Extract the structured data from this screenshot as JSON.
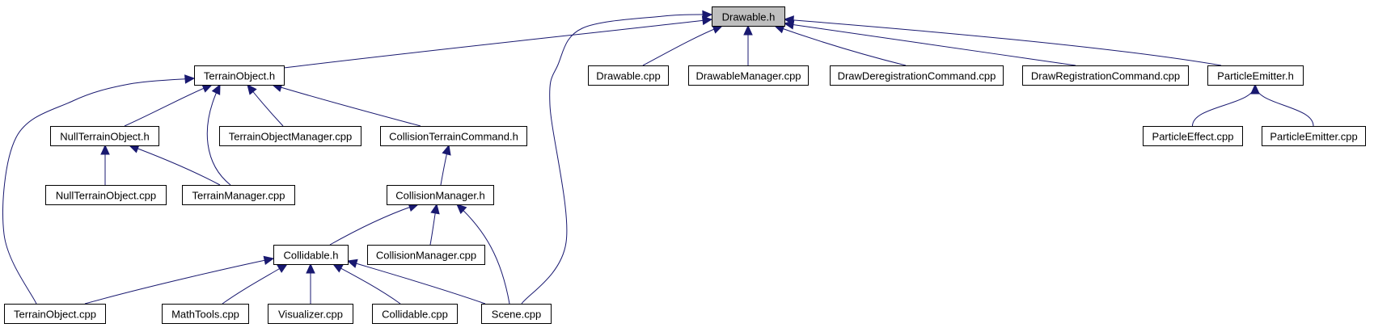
{
  "graph": {
    "root": "drawable_h",
    "nodes": [
      {
        "id": "drawable_h",
        "label": "Drawable.h"
      },
      {
        "id": "terrainobject_h",
        "label": "TerrainObject.h"
      },
      {
        "id": "drawable_cpp",
        "label": "Drawable.cpp"
      },
      {
        "id": "drawablemanager_cpp",
        "label": "DrawableManager.cpp"
      },
      {
        "id": "drawdereg_cpp",
        "label": "DrawDeregistrationCommand.cpp"
      },
      {
        "id": "drawreg_cpp",
        "label": "DrawRegistrationCommand.cpp"
      },
      {
        "id": "particleemitter_h",
        "label": "ParticleEmitter.h"
      },
      {
        "id": "nullterrainobject_h",
        "label": "NullTerrainObject.h"
      },
      {
        "id": "terrainobjectmanager_cpp",
        "label": "TerrainObjectManager.cpp"
      },
      {
        "id": "collisionterraincommand_h",
        "label": "CollisionTerrainCommand.h"
      },
      {
        "id": "particleeffect_cpp",
        "label": "ParticleEffect.cpp"
      },
      {
        "id": "particleemitter_cpp",
        "label": "ParticleEmitter.cpp"
      },
      {
        "id": "nullterrainobject_cpp",
        "label": "NullTerrainObject.cpp"
      },
      {
        "id": "terrainmanager_cpp",
        "label": "TerrainManager.cpp"
      },
      {
        "id": "collisionmanager_h",
        "label": "CollisionManager.h"
      },
      {
        "id": "collidable_h",
        "label": "Collidable.h"
      },
      {
        "id": "collisionmanager_cpp",
        "label": "CollisionManager.cpp"
      },
      {
        "id": "terrainobject_cpp",
        "label": "TerrainObject.cpp"
      },
      {
        "id": "mathtools_cpp",
        "label": "MathTools.cpp"
      },
      {
        "id": "visualizer_cpp",
        "label": "Visualizer.cpp"
      },
      {
        "id": "collidable_cpp",
        "label": "Collidable.cpp"
      },
      {
        "id": "scene_cpp",
        "label": "Scene.cpp"
      }
    ],
    "edges": [
      {
        "from": "terrainobject_h",
        "to": "drawable_h"
      },
      {
        "from": "drawable_cpp",
        "to": "drawable_h"
      },
      {
        "from": "drawablemanager_cpp",
        "to": "drawable_h"
      },
      {
        "from": "drawdereg_cpp",
        "to": "drawable_h"
      },
      {
        "from": "drawreg_cpp",
        "to": "drawable_h"
      },
      {
        "from": "particleemitter_h",
        "to": "drawable_h"
      },
      {
        "from": "scene_cpp",
        "to": "drawable_h"
      },
      {
        "from": "nullterrainobject_h",
        "to": "terrainobject_h"
      },
      {
        "from": "terrainobjectmanager_cpp",
        "to": "terrainobject_h"
      },
      {
        "from": "collisionterraincommand_h",
        "to": "terrainobject_h"
      },
      {
        "from": "terrainmanager_cpp",
        "to": "terrainobject_h"
      },
      {
        "from": "terrainobject_cpp",
        "to": "terrainobject_h"
      },
      {
        "from": "nullterrainobject_cpp",
        "to": "nullterrainobject_h"
      },
      {
        "from": "terrainmanager_cpp",
        "to": "nullterrainobject_h"
      },
      {
        "from": "collisionmanager_h",
        "to": "collisionterraincommand_h"
      },
      {
        "from": "collidable_h",
        "to": "collisionmanager_h"
      },
      {
        "from": "collisionmanager_cpp",
        "to": "collisionmanager_h"
      },
      {
        "from": "scene_cpp",
        "to": "collisionmanager_h"
      },
      {
        "from": "terrainobject_cpp",
        "to": "collidable_h"
      },
      {
        "from": "mathtools_cpp",
        "to": "collidable_h"
      },
      {
        "from": "visualizer_cpp",
        "to": "collidable_h"
      },
      {
        "from": "collidable_cpp",
        "to": "collidable_h"
      },
      {
        "from": "scene_cpp",
        "to": "collidable_h"
      },
      {
        "from": "particleeffect_cpp",
        "to": "particleemitter_h"
      },
      {
        "from": "particleemitter_cpp",
        "to": "particleemitter_h"
      }
    ]
  },
  "colors": {
    "edge": "#191970",
    "node_border": "#000000",
    "node_fill": "#ffffff",
    "root_fill": "#bfbfbf"
  }
}
